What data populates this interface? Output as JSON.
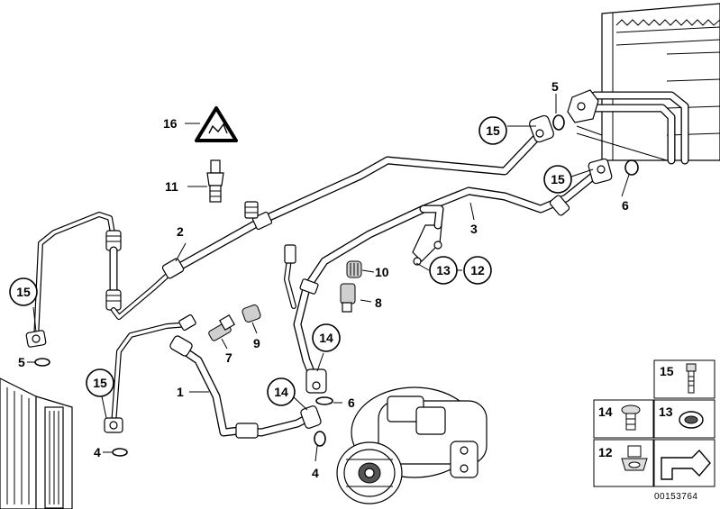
{
  "callouts": {
    "c1": "1",
    "c2": "2",
    "c3": "3",
    "c4a": "4",
    "c4b": "4",
    "c5a": "5",
    "c5b": "5",
    "c6a": "6",
    "c6b": "6",
    "c7": "7",
    "c8": "8",
    "c9": "9",
    "c10": "10",
    "c11": "11",
    "c12": "12",
    "c13": "13",
    "c14a": "14",
    "c14b": "14",
    "c15a": "15",
    "c15b": "15",
    "c15c": "15",
    "c15d": "15",
    "c16": "16"
  },
  "legend": {
    "l15": "15",
    "l14": "14",
    "l13": "13",
    "l12": "12"
  },
  "image_number": "00153764",
  "colors": {
    "line": "#000000",
    "background": "#ffffff"
  }
}
